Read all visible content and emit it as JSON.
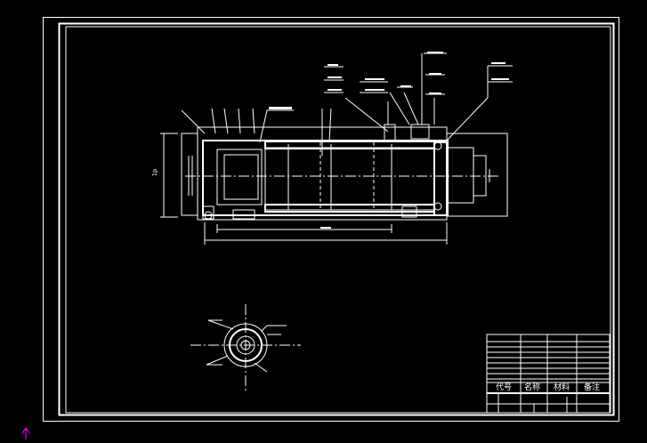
{
  "drawing": {
    "background_color": "#000000",
    "line_color": "#ffffff",
    "accent_color": "#ff00ff",
    "section_label": "1p",
    "ucs_icon": "ucs-arrow-icon"
  },
  "title_block": {
    "header_cells": [
      "代号",
      "名称",
      "材料",
      "备注"
    ]
  }
}
